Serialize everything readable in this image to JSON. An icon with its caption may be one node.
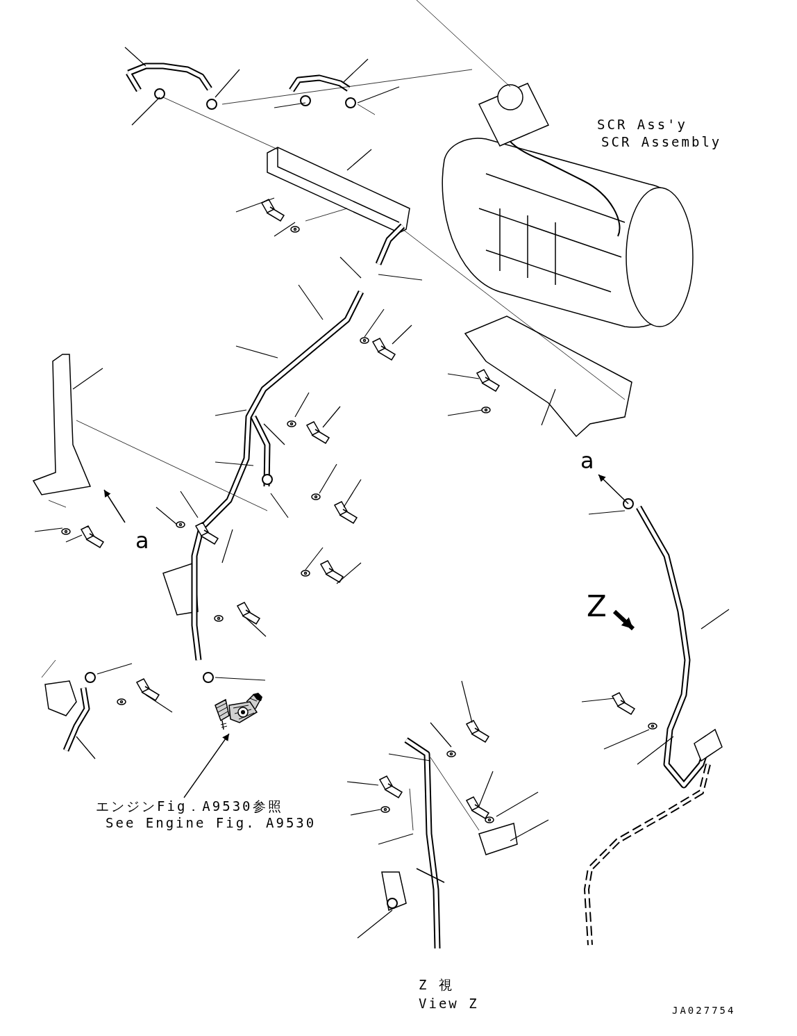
{
  "diagram": {
    "nodes": [
      {
        "text": [
          "エンジンFig．A9530参照",
          "See Engine Fig. A9530"
        ]
      },
      {
        "text": [],
        "shape": "picture"
      }
    ],
    "edges": [
      {
        "from": 0,
        "to": 1,
        "arrow": "to"
      }
    ],
    "labels": [
      "SCR Ass'y",
      "SCR Assembly",
      "a",
      "a",
      "Z",
      "Z 視",
      "View Z",
      "JA027754"
    ]
  }
}
